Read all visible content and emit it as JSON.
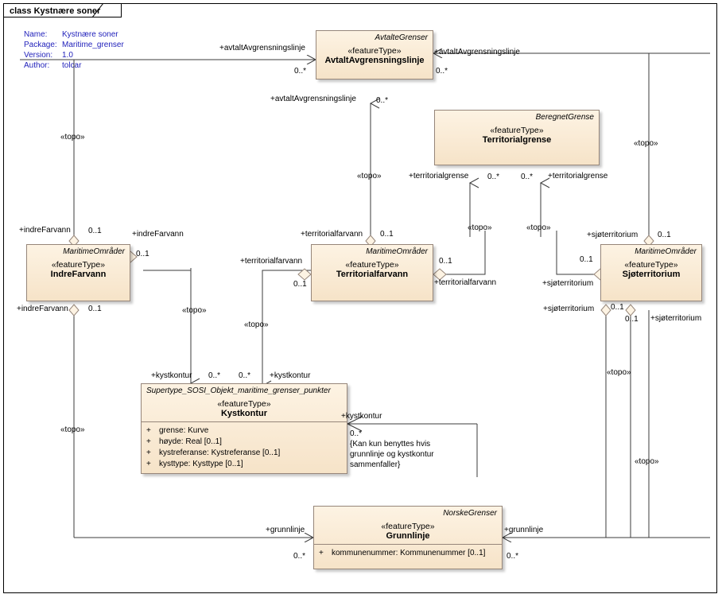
{
  "frame": {
    "tab_label": "class Kystnære soner"
  },
  "meta": {
    "rows": [
      {
        "key": "Name:",
        "value": "Kystnære soner"
      },
      {
        "key": "Package:",
        "value": "Maritime_grenser"
      },
      {
        "key": "Version:",
        "value": "1.0"
      },
      {
        "key": "Author:",
        "value": "tolcar"
      }
    ]
  },
  "classes": [
    {
      "id": "avtalt",
      "namespace": "AvtalteGrenser",
      "stereotype": "«featureType»",
      "name": "AvtaltAvgrensningslinje",
      "attributes": []
    },
    {
      "id": "territorialgrense",
      "namespace": "BeregnetGrense",
      "stereotype": "«featureType»",
      "name": "Territorialgrense",
      "attributes": []
    },
    {
      "id": "indrefarvann",
      "namespace": "MaritimeOmråder",
      "stereotype": "«featureType»",
      "name": "IndreFarvann",
      "attributes": []
    },
    {
      "id": "territorialfarvann",
      "namespace": "MaritimeOmråder",
      "stereotype": "«featureType»",
      "name": "Territorialfarvann",
      "attributes": []
    },
    {
      "id": "sjoterritorium",
      "namespace": "MaritimeOmråder",
      "stereotype": "«featureType»",
      "name": "Sjøterritorium",
      "attributes": []
    },
    {
      "id": "kystkontur",
      "namespace": "Supertype_SOSI_Objekt_maritime_grenser_punkter",
      "stereotype": "«featureType»",
      "name": "Kystkontur",
      "attributes": [
        {
          "visibility": "+",
          "text": "grense: Kurve"
        },
        {
          "visibility": "+",
          "text": "høyde: Real [0..1]"
        },
        {
          "visibility": "+",
          "text": "kystreferanse: Kystreferanse [0..1]"
        },
        {
          "visibility": "+",
          "text": "kysttype: Kysttype [0..1]"
        }
      ]
    },
    {
      "id": "grunnlinje",
      "namespace": "NorskeGrenser",
      "stereotype": "«featureType»",
      "name": "Grunnlinje",
      "attributes": [
        {
          "visibility": "+",
          "text": "kommunenummer: Kommunenummer [0..1]"
        }
      ]
    }
  ],
  "edge_labels": {
    "avtalt_left_role": "+avtaltAvgrensningslinje",
    "avtalt_left_mult": "0..*",
    "avtalt_right_role": "+avtaltAvgrensningslinje",
    "avtalt_right_mult": "0..*",
    "avtalt_bottom_role": "+avtaltAvgrensningslinje",
    "avtalt_bottom_mult": "0..*",
    "terrgrense_left_role": "+territorialgrense",
    "terrgrense_left_mult": "0..*",
    "terrgrense_right_role": "+territorialgrense",
    "terrgrense_right_mult": "0..*",
    "indre_top_role": "+indreFarvann",
    "indre_top_mult": "0..1",
    "indre_right_role": "+indreFarvann",
    "indre_right_mult": "0..1",
    "indre_bottom_role": "+indreFarvann",
    "indre_bottom_mult": "0..1",
    "terrfarvann_top_role": "+territorialfarvann",
    "terrfarvann_top_mult": "0..1",
    "terrfarvann_left_role": "+territorialfarvann",
    "terrfarvann_left_mult": "0..1",
    "terrfarvann_right_role": "+territorialfarvann",
    "terrfarvann_right_mult": "0..1",
    "sjo_top_role": "+sjøterritorium",
    "sjo_top_mult": "0..1",
    "sjo_left_role": "+sjøterritorium",
    "sjo_left_mult": "0..1",
    "sjo_bottomleft_role": "+sjøterritorium",
    "sjo_bottomleft_mult": "0..1",
    "sjo_bottomright_role": "+sjøterritorium",
    "sjo_bottomright_mult": "0..1",
    "kyst_left_role": "+kystkontur",
    "kyst_left_mult": "0..*",
    "kyst_mid_role": "+kystkontur",
    "kyst_mid_mult": "0..*",
    "kyst_right_role": "+kystkontur",
    "kyst_right_mult": "0..*",
    "grunn_left_role": "+grunnlinje",
    "grunn_left_mult": "0..*",
    "grunn_right_role": "+grunnlinje",
    "grunn_right_mult": "0..*",
    "topo": "«topo»"
  },
  "constraint_note": "{Kan kun benyttes hvis\ngrunnlinje og kystkontur\nsammenfaller}",
  "colors": {
    "class_fill_top": "#fdf3e3",
    "class_fill_bottom": "#f6e3c8",
    "class_border": "#96867a",
    "line": "#3b3b3b",
    "meta_text": "#2222bb",
    "page_background": "#ffffff"
  }
}
